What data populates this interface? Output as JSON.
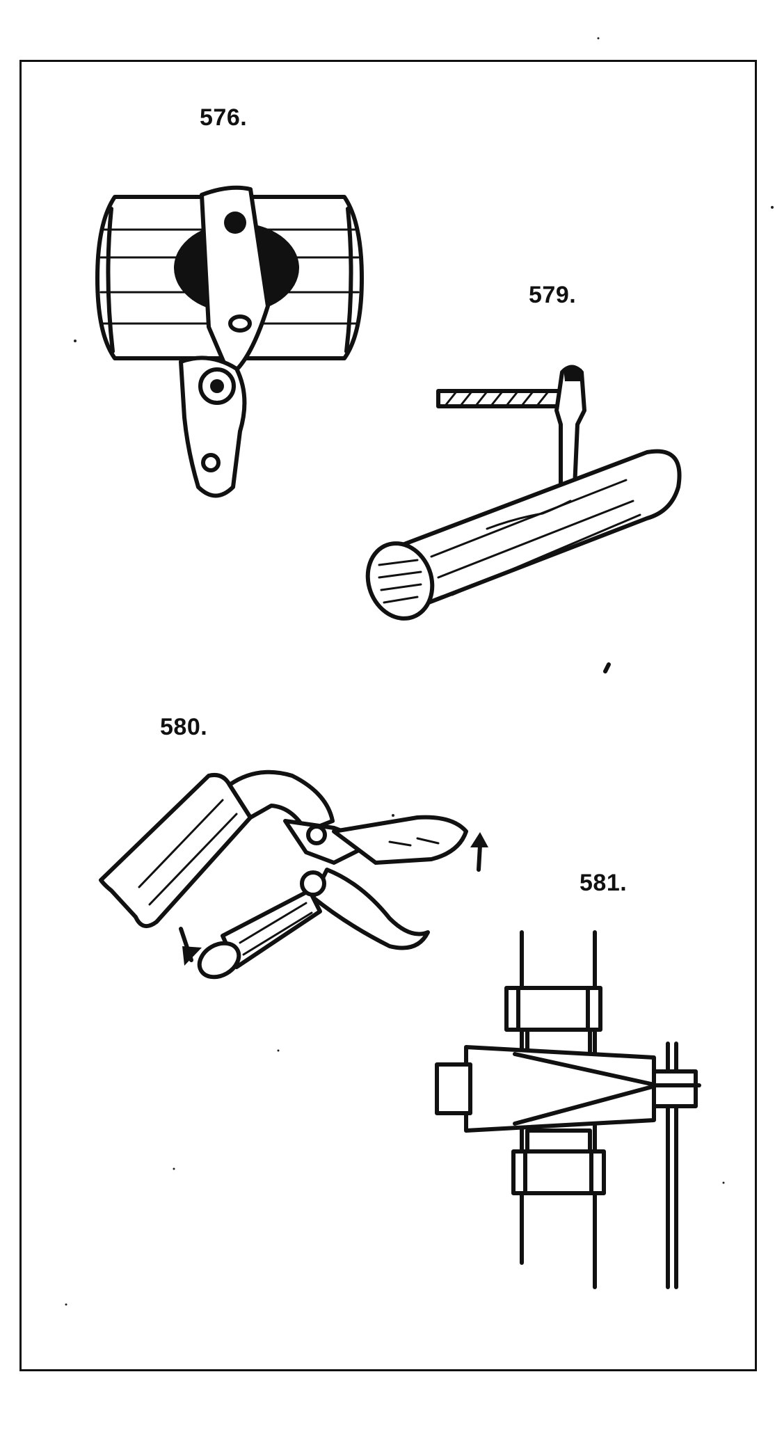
{
  "figures": [
    {
      "id": "576",
      "label": "576."
    },
    {
      "id": "579",
      "label": "579."
    },
    {
      "id": "580",
      "label": "580."
    },
    {
      "id": "581",
      "label": "581."
    }
  ]
}
